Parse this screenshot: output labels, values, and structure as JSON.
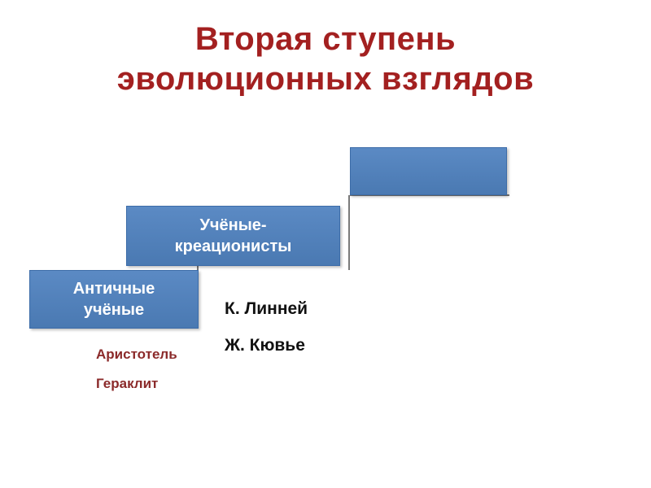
{
  "slide": {
    "title_lines": [
      "Вторая ступень",
      "эволюционных взглядов"
    ]
  },
  "diagram": {
    "boxes": [
      {
        "lines": [
          "Античные",
          "учёные"
        ]
      },
      {
        "lines": [
          "Учёные-",
          "креационисты"
        ]
      },
      {
        "lines": []
      }
    ],
    "annotations": {
      "ancient": [
        "Аристотель",
        "Гераклит"
      ],
      "creationists": [
        "К. Линней",
        "Ж. Кювье"
      ]
    }
  },
  "colors": {
    "title": "#a32020",
    "box_fill": "#4f81bd",
    "box_border": "#3c6ca8",
    "box_text": "#ffffff",
    "annotation_maroon": "#8b2a2a",
    "annotation_black": "#111111",
    "step_line": "#4d4d4d"
  }
}
